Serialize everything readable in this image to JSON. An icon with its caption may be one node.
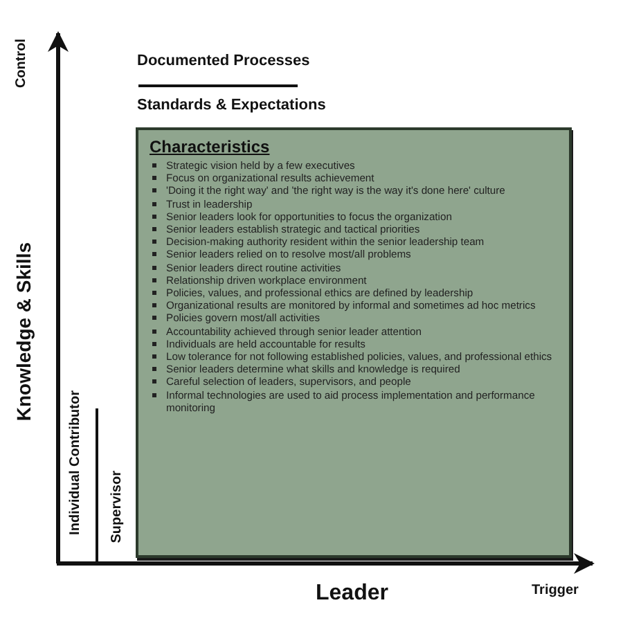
{
  "diagram": {
    "nodes": [
      {
        "text": [
          "Characteristics",
          "Strategic vision held by a few executives",
          "Focus on organizational results achievement",
          "'Doing it the right way' and 'the right way is the way it's done here' culture",
          "Trust in leadership",
          "Senior leaders look for opportunities to focus the organization",
          "Senior leaders establish strategic and tactical priorities",
          "Decision-making authority resident within the senior leadership team",
          "Senior leaders relied on to resolve most/all problems",
          "Senior leaders direct routine activities",
          "Relationship driven workplace environment",
          "Policies, values, and professional ethics are defined by leadership",
          "Organizational results are monitored by informal and sometimes ad hoc metrics",
          "Policies govern most/all activities",
          "Accountability achieved through senior leader attention",
          "Individuals are held accountable for results",
          "Low tolerance for not following established policies, values, and professional ethics",
          "Senior leaders determine what skills and knowledge is required",
          "Careful selection of leaders, supervisors, and people",
          "Informal technologies are used to aid process implementation and performance monitoring"
        ]
      }
    ],
    "edges": [],
    "labels": [
      "Control",
      "Documented Processes",
      "Standards & Expectations",
      "Knowledge & Skills",
      "Individual Contributor",
      "Supervisor",
      "Leader",
      "Trigger"
    ]
  }
}
